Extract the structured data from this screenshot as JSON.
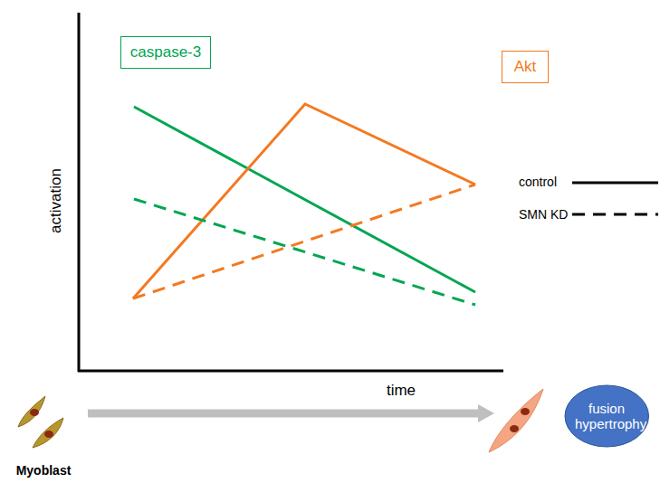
{
  "diagram": {
    "nodes": [
      {
        "text": [
          "caspase-3"
        ]
      },
      {
        "text": [
          "Akt"
        ]
      },
      {
        "text": [
          "fusion hypertrophy"
        ]
      }
    ],
    "labels": [
      "activation",
      "time",
      "Myoblast"
    ],
    "legend": [
      {
        "text": "control"
      },
      {
        "text": "SMN KD"
      }
    ]
  }
}
